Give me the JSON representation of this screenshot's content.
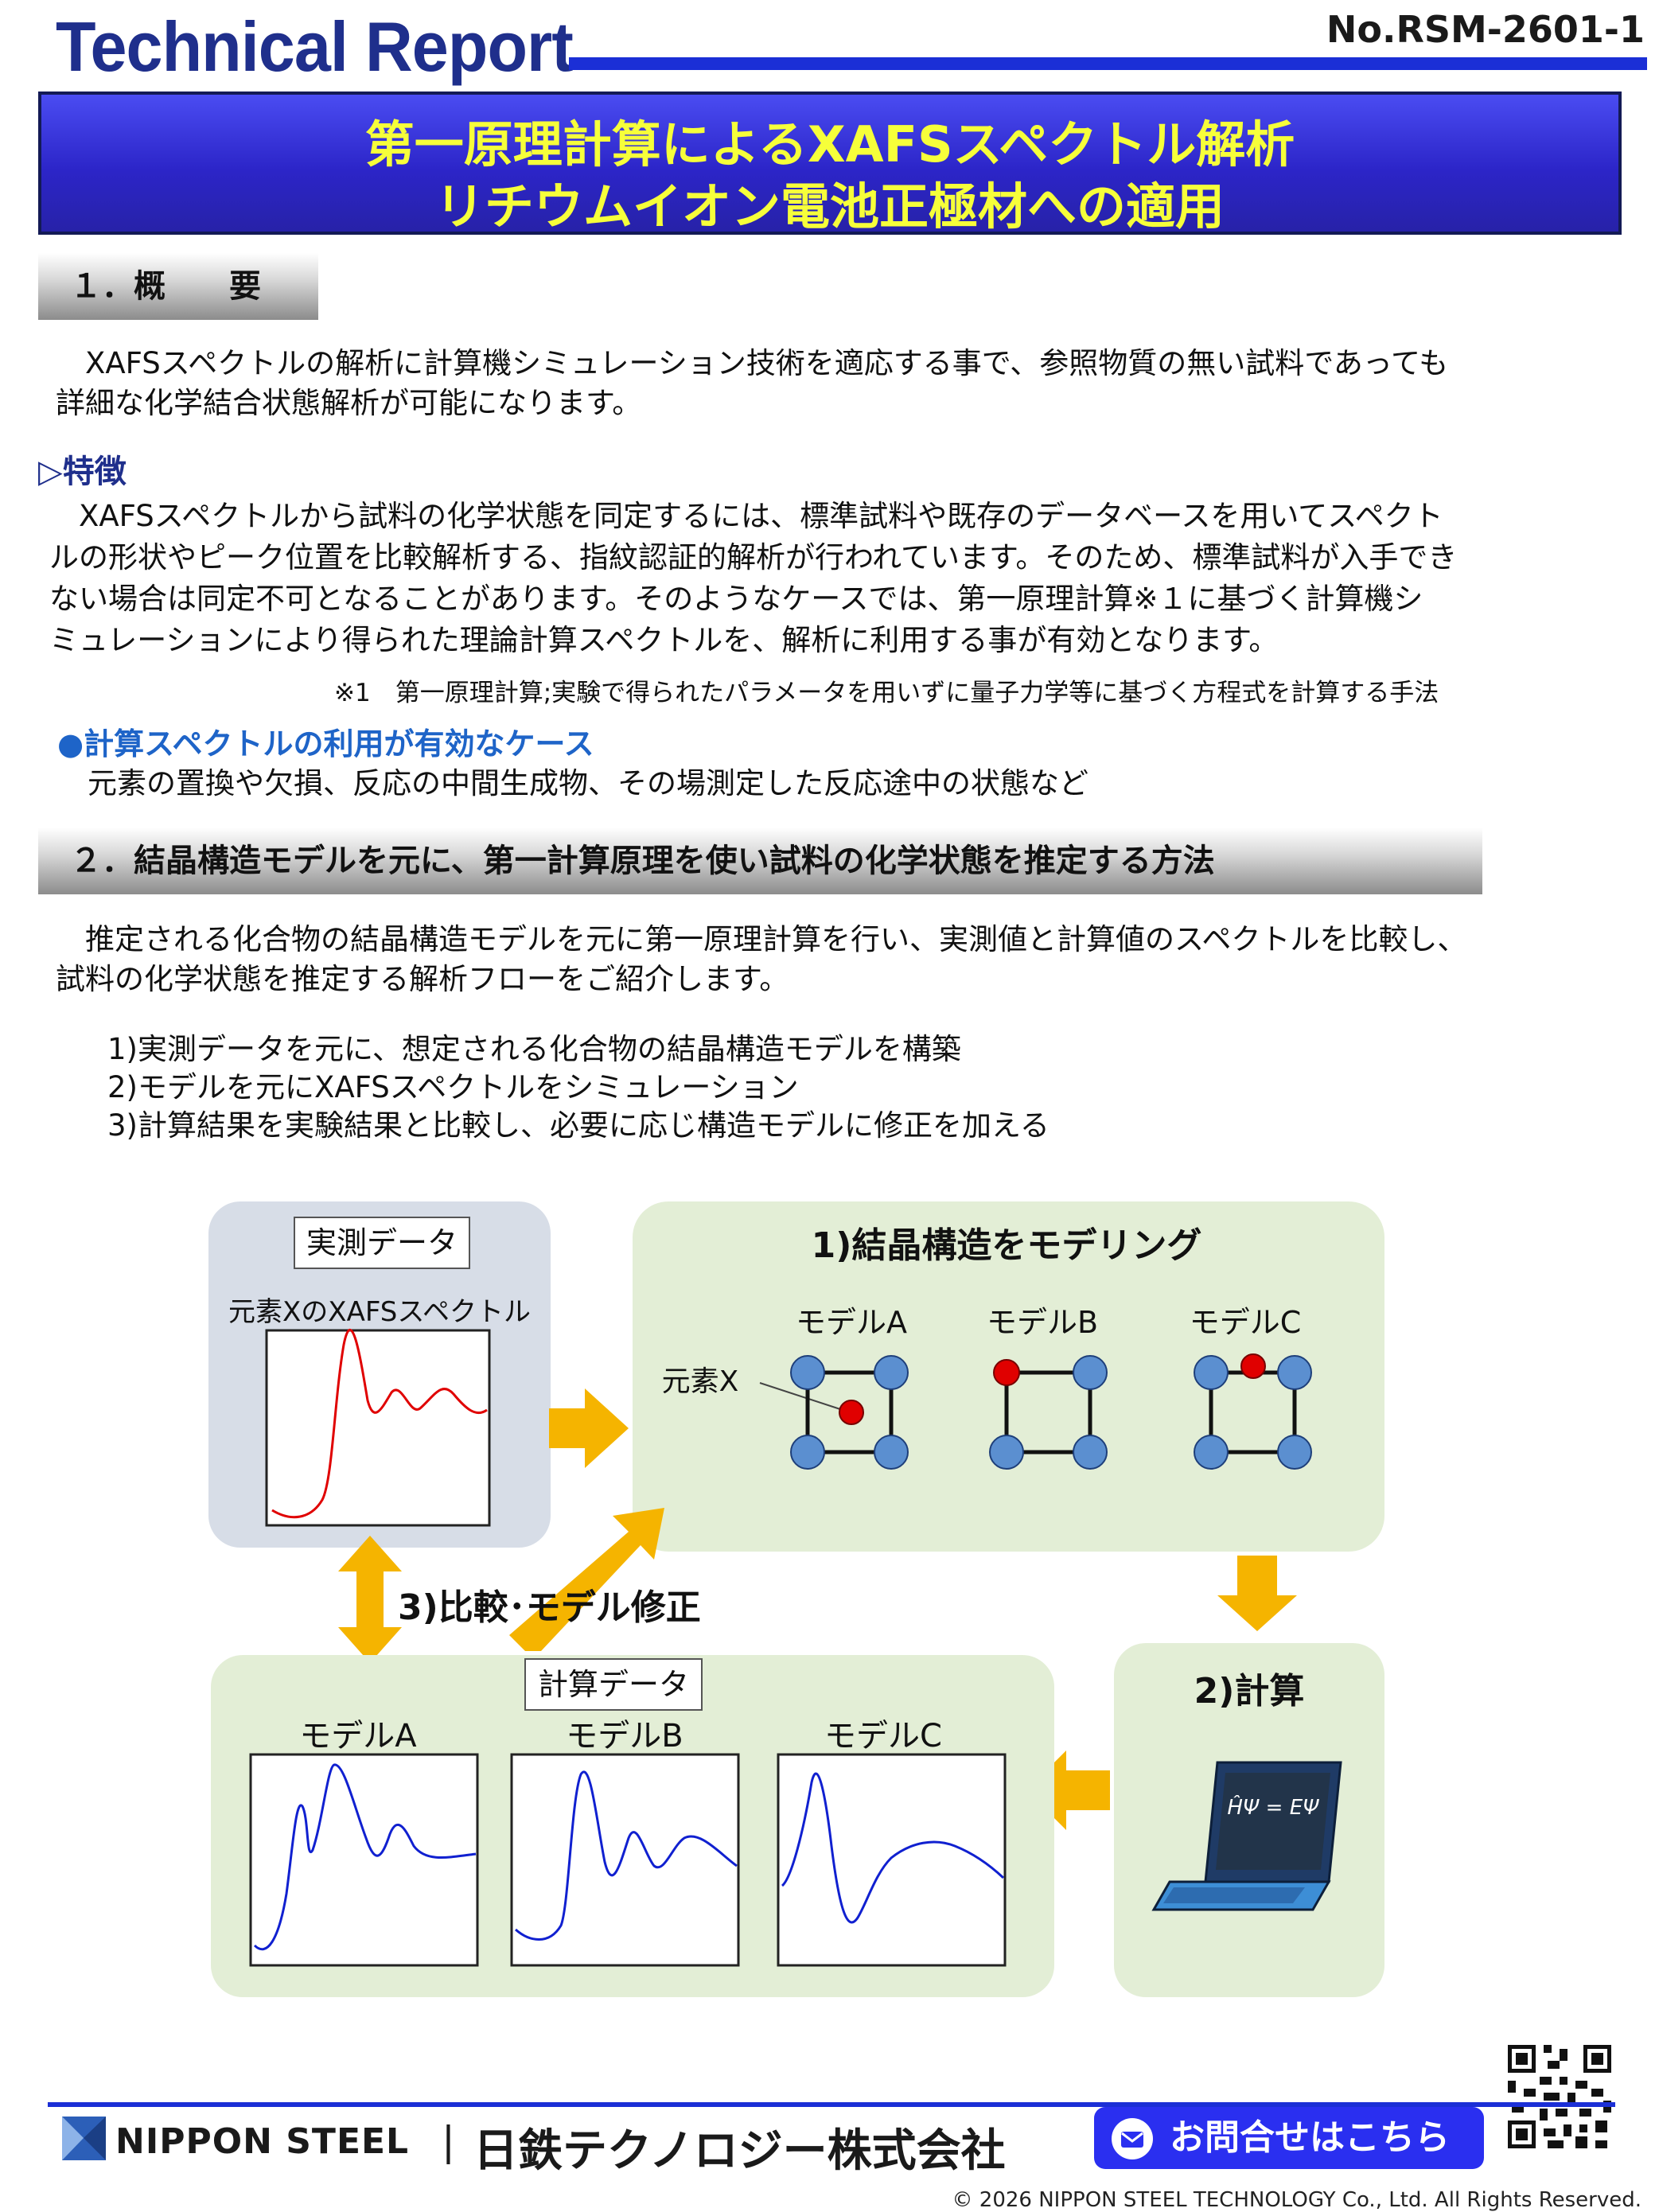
{
  "header": {
    "title": "Technical Report",
    "doc_no": "No.RSM-2601-1"
  },
  "banner": {
    "line1": "第一原理計算によるXAFSスペクトル解析",
    "line2": "リチウムイオン電池正極材への適用"
  },
  "section1": {
    "heading": "１．概　　要",
    "para1": [
      "　XAFSスペクトルの解析に計算機シミュレーション技術を適応する事で、参照物質の無い試料であっても",
      "詳細な化学結合状態解析が可能になります。"
    ],
    "feature_heading": "▷特徴",
    "feature_para": [
      "　XAFSスペクトルから試料の化学状態を同定するには、標準試料や既存のデータベースを用いてスペクト",
      "ルの形状やピーク位置を比較解析する、指紋認証的解析が行われています。そのため、標準試料が入手でき",
      "ない場合は同定不可となることがあります。そのようなケースでは、第一原理計算※１に基づく計算機シ",
      "ミュレーションにより得られた理論計算スペクトルを、解析に利用する事が有効となります。"
    ],
    "footnote": "※1　第一原理計算;実験で得られたパラメータを用いずに量子力学等に基づく方程式を計算する手法",
    "case_heading": "●計算スペクトルの利用が有効なケース",
    "case_text": "元素の置換や欠損、反応の中間生成物、その場測定した反応途中の状態など"
  },
  "section2": {
    "heading": "２．結晶構造モデルを元に、第一計算原理を使い試料の化学状態を推定する方法",
    "para": [
      "　推定される化合物の結晶構造モデルを元に第一原理計算を行い、実測値と計算値のスペクトルを比較し、",
      "試料の化学状態を推定する解析フローをご紹介します。"
    ],
    "steps": [
      "1)実測データを元に、想定される化合物の結晶構造モデルを構築",
      "2)モデルを元にXAFSスペクトルをシミュレーション",
      "3)計算結果を実験結果と比較し、必要に応じ構造モデルに修正を加える"
    ]
  },
  "diagram": {
    "measured_label": "実測データ",
    "measured_caption": "元素XのXAFSスペクトル",
    "modeling_title": "1)結晶構造をモデリング",
    "model_a": "モデルA",
    "model_b": "モデルB",
    "model_c": "モデルC",
    "element_x": "元素X",
    "compare_label": "3)比較･モデル修正",
    "calc_title": "2)計算",
    "equation": "ĤΨ = EΨ",
    "calc_data_label": "計算データ",
    "calc_model_a": "モデルA",
    "calc_model_b": "モデルB",
    "calc_model_c": "モデルC",
    "colors": {
      "measured_bg": "#d7dde7",
      "model_bg": "#e3eed6",
      "arrow": "#f5b400",
      "measured_curve": "#e00000",
      "calc_curve": "#1020d0",
      "atom_blue": "#5b8fd0",
      "atom_red": "#e00000"
    }
  },
  "footer": {
    "brand": "NIPPON STEEL",
    "separator": "|",
    "company": "日鉄テクノロジー株式会社",
    "contact": "お問合せはこちら",
    "copyright": "© 2026 NIPPON STEEL TECHNOLOGY Co., Ltd. All Rights Reserved."
  }
}
